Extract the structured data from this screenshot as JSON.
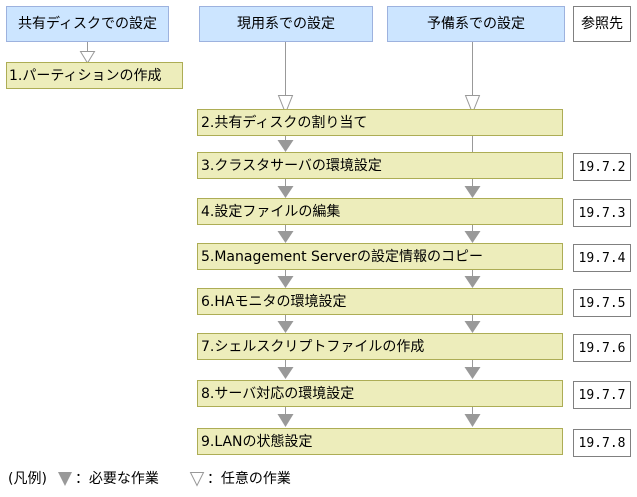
{
  "headers": {
    "shared_disk": "共有ディスクでの設定",
    "active_system": "現用系での設定",
    "standby_system": "予備系での設定",
    "reference": "参照先"
  },
  "shared_disk_flow": {
    "step1_label": "1.パーティションの作成"
  },
  "steps": [
    {
      "label": "2.共有ディスクの割り当て",
      "ref": ""
    },
    {
      "label": "3.クラスタサーバの環境設定",
      "ref": "19.7.2"
    },
    {
      "label": "4.設定ファイルの編集",
      "ref": "19.7.3"
    },
    {
      "label": "5.Management Serverの設定情報のコピー",
      "ref": "19.7.4"
    },
    {
      "label": "6.HAモニタの環境設定",
      "ref": "19.7.5"
    },
    {
      "label": "7.シェルスクリプトファイルの作成",
      "ref": "19.7.6"
    },
    {
      "label": "8.サーバ対応の環境設定",
      "ref": "19.7.7"
    },
    {
      "label": "9.LANの状態設定",
      "ref": "19.7.8"
    }
  ],
  "legend": {
    "title": "(凡例)",
    "required_label": "：必要な作業",
    "optional_label": "：任意の作業"
  },
  "colors": {
    "step_fill": "#EDEDBB",
    "step_border": "#ADAD55",
    "header_fill": "#CCE5FF",
    "header_border": "#9DB2DE",
    "reference_border": "#808080",
    "arrow_gray": "#999999"
  }
}
